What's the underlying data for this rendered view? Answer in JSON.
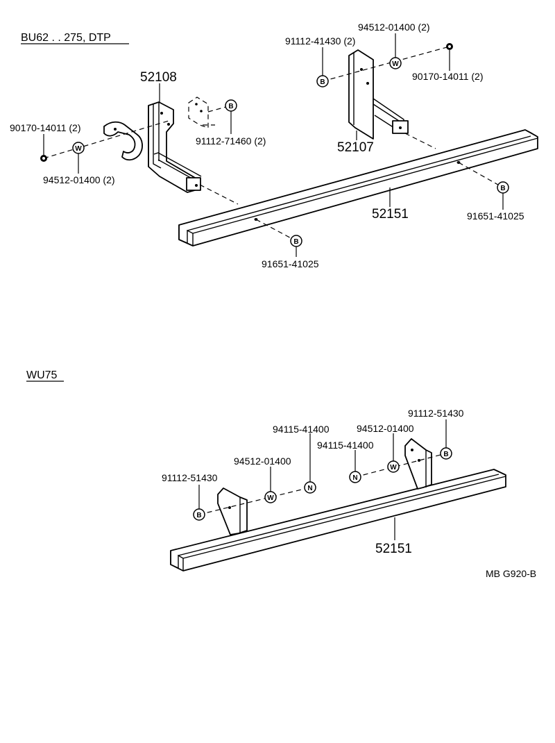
{
  "section_top": {
    "title": "BU62 . . 275, DTP",
    "labels": {
      "bracket_right_upper_bolt": "91112-41430  (2)",
      "bracket_right_washer": "94512-01400  (2)",
      "bracket_right_nut": "90170-14011  (2)",
      "bracket_left_part": "52108",
      "bracket_right_part": "52107",
      "bracket_left_nut": "90170-14011  (2)",
      "bracket_left_plate_bolt": "91112-71460  (2)",
      "bracket_left_washer": "94512-01400  (2)",
      "beam_part": "52151",
      "beam_right_bolt": "91651-41025",
      "beam_left_bolt": "91651-41025"
    }
  },
  "section_bottom": {
    "title": "WU75",
    "labels": {
      "left_bolt": "91112-51430",
      "left_washer": "94512-01400",
      "left_nut": "94115-41400",
      "right_nut": "94115-41400",
      "right_washer": "94512-01400",
      "right_bolt": "91112-51430",
      "beam_part": "52151"
    }
  },
  "symbols": {
    "bolt": "B",
    "washer": "W",
    "nut": "N"
  },
  "figure_code": "MB G920-B"
}
